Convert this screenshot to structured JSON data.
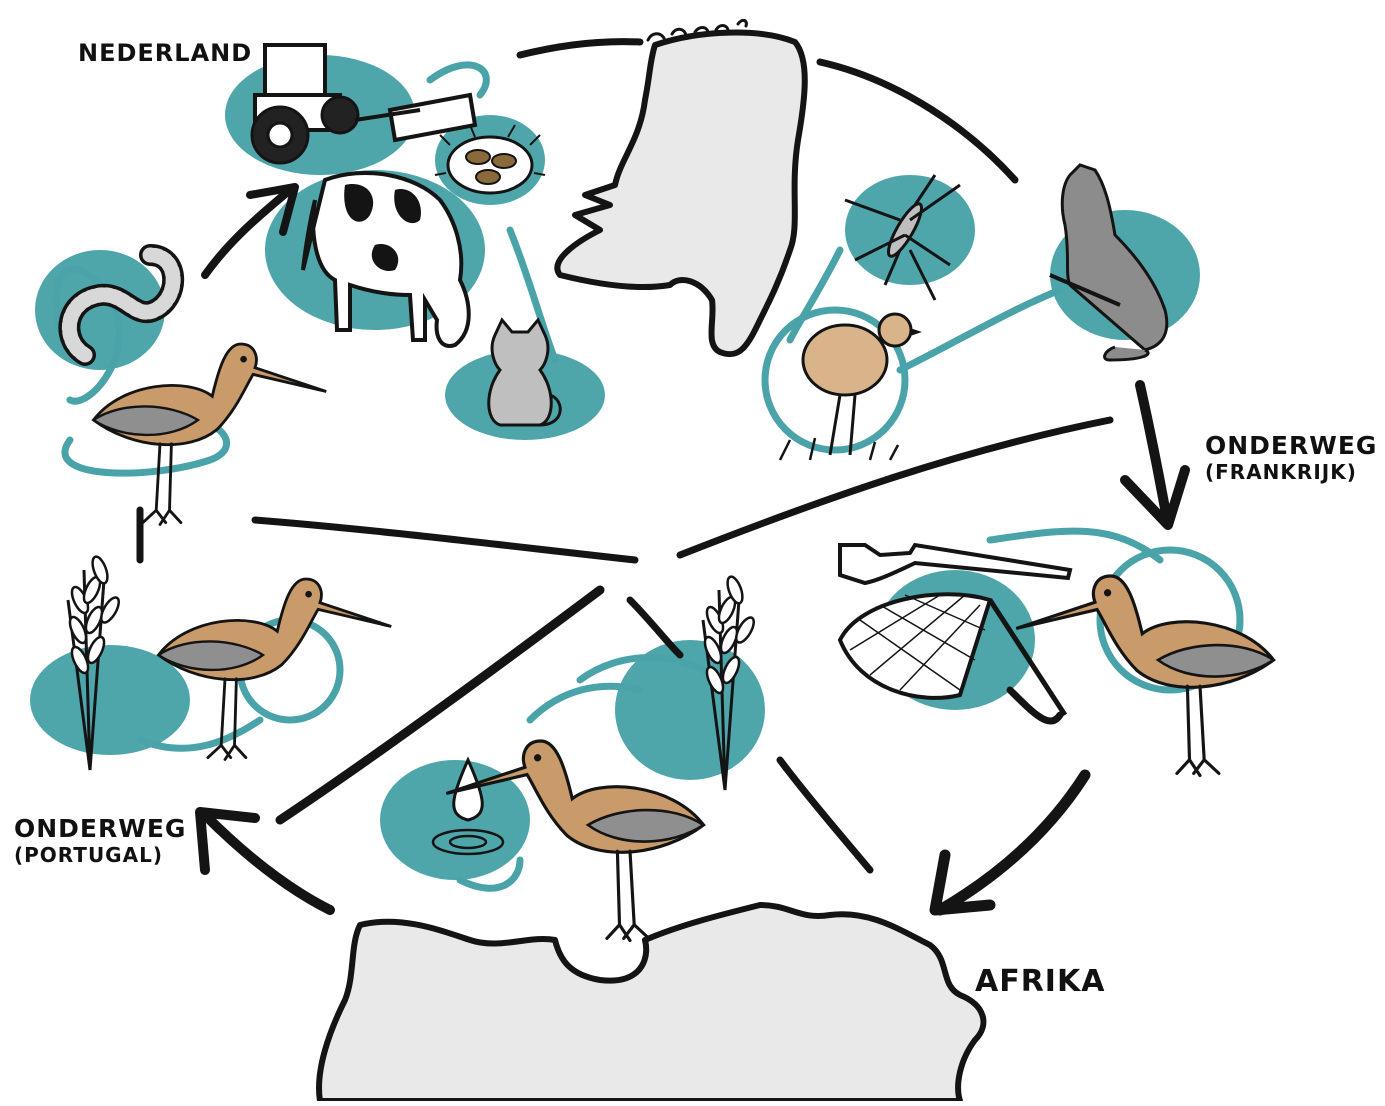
{
  "labels": {
    "nederland": "NEDERLAND",
    "onderweg_frankrijk_1": "ONDERWEG",
    "onderweg_frankrijk_2": "(FRANKRIJK)",
    "onderweg_portugal_1": "ONDERWEG",
    "onderweg_portugal_2": "(PORTUGAL)",
    "afrika": "AFRIKA"
  },
  "colors": {
    "accent": "#3f9ea4",
    "ink": "#141414",
    "land": "#e9e9e9",
    "bird_body": "#c99a6a",
    "bird_wing": "#8f8f8f"
  },
  "icons": [
    "tractor-icon",
    "cow-icon",
    "eggs-nest-icon",
    "cat-icon",
    "worm-icon",
    "mosquito-icon",
    "fox-icon",
    "chick-icon",
    "rifle-icon",
    "net-icon",
    "reed-icon",
    "water-drop-icon",
    "godwit-bird-icon",
    "netherlands-map",
    "africa-map"
  ]
}
